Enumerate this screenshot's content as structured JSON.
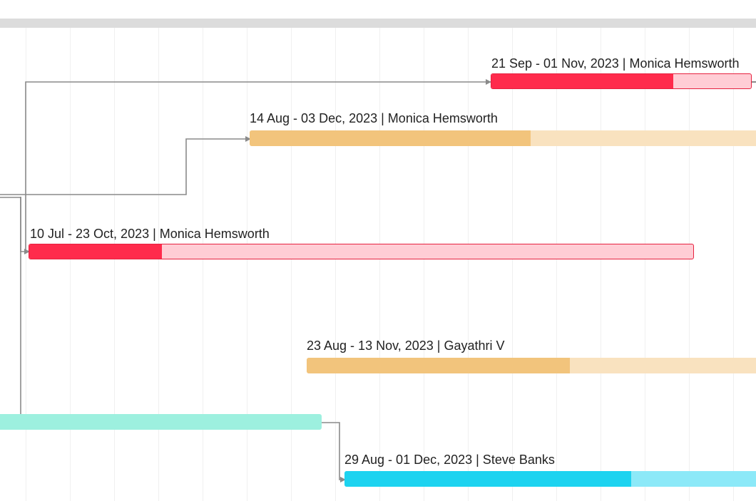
{
  "theme": {
    "red_fill": "#ff2b4c",
    "red_track": "#ffcdd5",
    "red_border": "#e6213f",
    "orange_fill": "#f2c47c",
    "orange_track": "#f9e2bf",
    "teal_track": "#9df0df",
    "blue_fill": "#1dd3f0",
    "blue_track": "#8ce9f8",
    "connector": "#8a8a8a",
    "grid": "#f0f0f0"
  },
  "tasks": [
    {
      "id": "task-1",
      "label": "21 Sep - 01 Nov, 2023 | Monica Hemsworth",
      "progress": 0.7,
      "color": "red"
    },
    {
      "id": "task-2",
      "label": "14 Aug - 03 Dec, 2023 | Monica Hemsworth",
      "progress": 0.55,
      "color": "orange"
    },
    {
      "id": "task-3",
      "label": "10 Jul - 23 Oct, 2023 | Monica Hemsworth",
      "progress": 0.2,
      "color": "red"
    },
    {
      "id": "task-4",
      "label": "23 Aug - 13 Nov, 2023 | Gayathri V",
      "progress": 0.58,
      "color": "orange"
    },
    {
      "id": "task-5",
      "label": "",
      "progress": 0,
      "color": "teal"
    },
    {
      "id": "task-6",
      "label": "29 Aug - 01 Dec, 2023 | Steve Banks",
      "progress": 0.69,
      "color": "blue"
    }
  ]
}
